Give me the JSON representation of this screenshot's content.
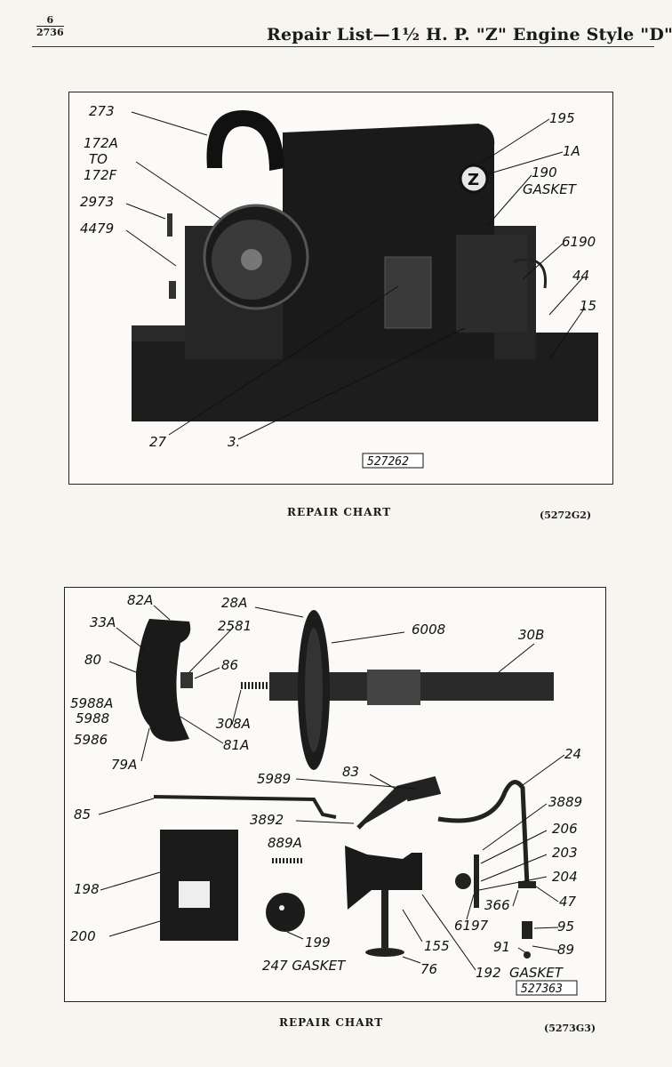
{
  "header": {
    "page_number": "6",
    "list_number": "2736",
    "title": "Repair List—1½ H. P. \"Z\" Engine Style \"D\""
  },
  "figures": [
    {
      "plate_id": "527262",
      "caption": "REPAIR CHART",
      "code": "(5272G2)",
      "labels": [
        "273",
        "172A",
        "TO",
        "172F",
        "2973",
        "4479",
        "195",
        "1A",
        "190",
        "GASKET",
        "6190",
        "44",
        "15",
        "27",
        "3."
      ]
    },
    {
      "plate_id": "527363",
      "caption": "REPAIR CHART",
      "code": "(5273G3)",
      "labels": [
        "82A",
        "28A",
        "33A",
        "2581",
        "6008",
        "30B",
        "80",
        "86",
        "5988A",
        "5988",
        "308A",
        "5986",
        "81A",
        "79A",
        "24",
        "5989",
        "83",
        "3889",
        "85",
        "3892",
        "206",
        "889A",
        "203",
        "204",
        "198",
        "6197",
        "47",
        "366",
        "95",
        "200",
        "199",
        "155",
        "91",
        "89",
        "247 GASKET",
        "76",
        "192",
        "GASKET"
      ]
    }
  ]
}
